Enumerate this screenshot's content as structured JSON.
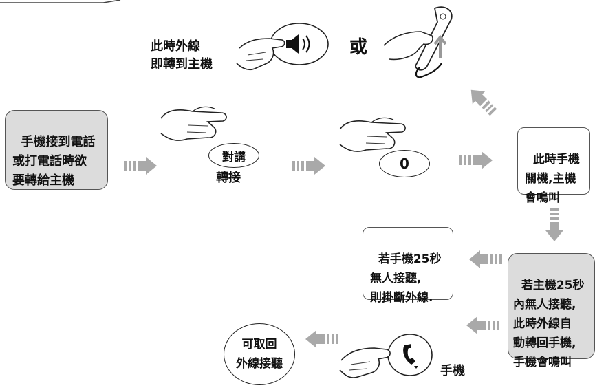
{
  "box_start": "手機接到電話\n或打電話時欲\n要轉給主機",
  "box_host_ring": "此時手機\n關機,主機\n會鳴叫",
  "box_host_25s": "若主機25秒\n內無人接聽,\n此時外線自\n動轉回手機,\n手機會鳴叫",
  "box_mobile_25s": "若手機25秒\n無人接聽,\n則掛斷外線.",
  "oval_retrieve": "可取回\n外線接聽",
  "label_transfer_host": "此時外線\n即轉到主機",
  "label_or": "或",
  "key_intercom": "對講",
  "label_transfer": "轉接",
  "key_zero": "0",
  "label_mobile": "手機"
}
